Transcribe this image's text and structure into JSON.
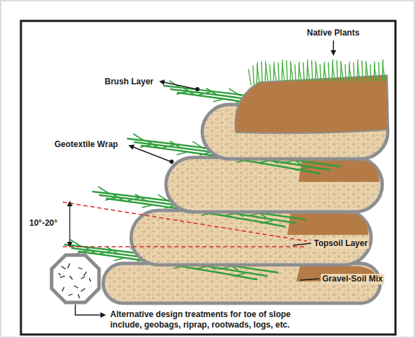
{
  "diagram": {
    "labels": [
      "Native Plants",
      "Brush Layer",
      "Geotextile Wrap",
      "10°-20°",
      "Topsoil Layer",
      "Gravel-Soil Mix",
      "Alternative design treatments for toe of slope include, geobags, riprap, rootwads, logs, etc."
    ]
  }
}
